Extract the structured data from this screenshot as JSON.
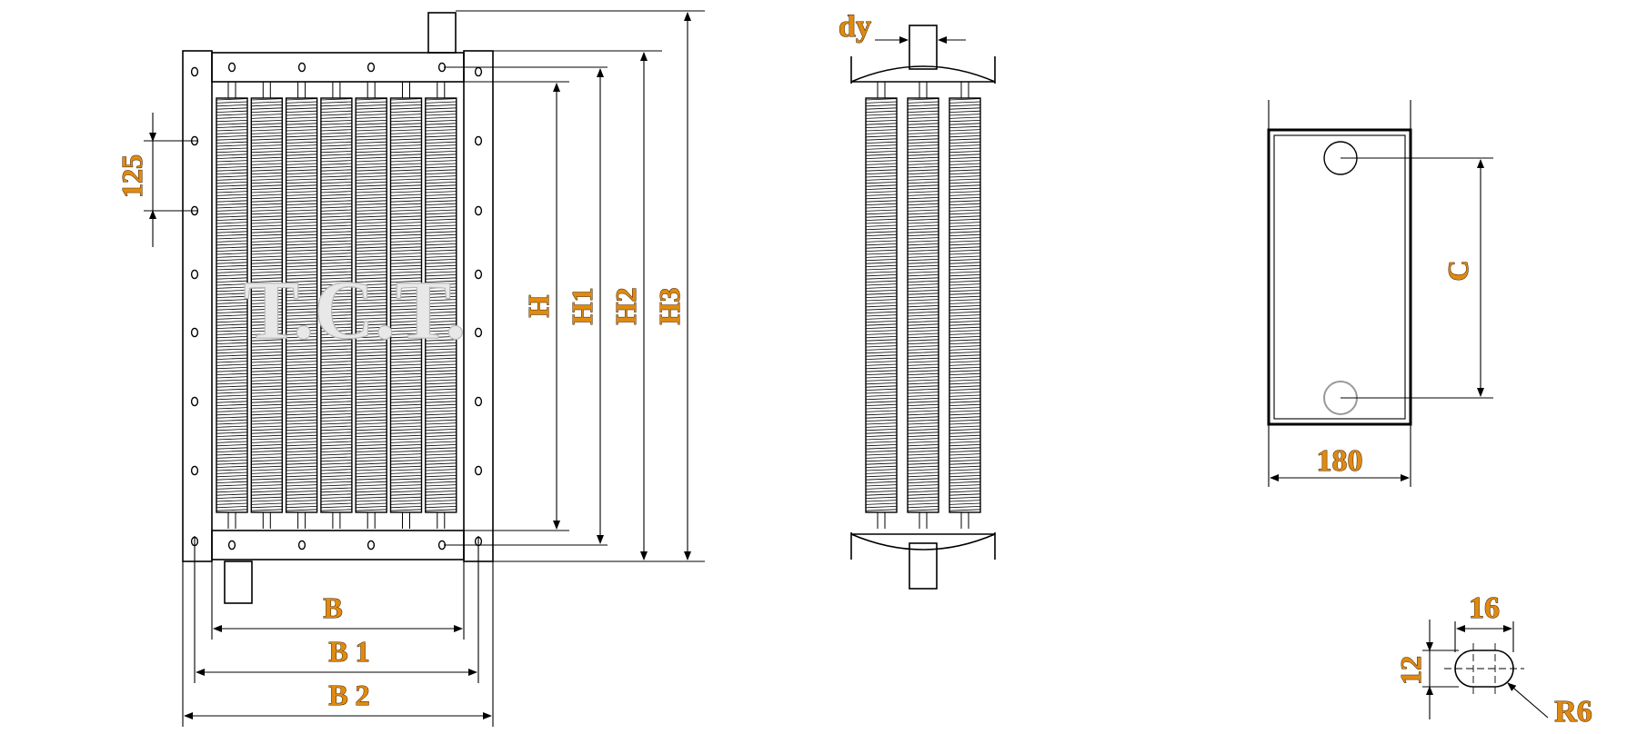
{
  "labels": {
    "height_h": "H",
    "height_h1": "H1",
    "height_h2": "H2",
    "height_h3": "H3",
    "width_b": "B",
    "width_b1": "B 1",
    "width_b2": "B 2",
    "hole_pitch": "125",
    "pipe_diameter": "dy",
    "center_distance": "C",
    "flange_width": "180",
    "slot_length": "16",
    "slot_height": "12",
    "slot_radius": "R6"
  },
  "watermark": "T.C.T."
}
